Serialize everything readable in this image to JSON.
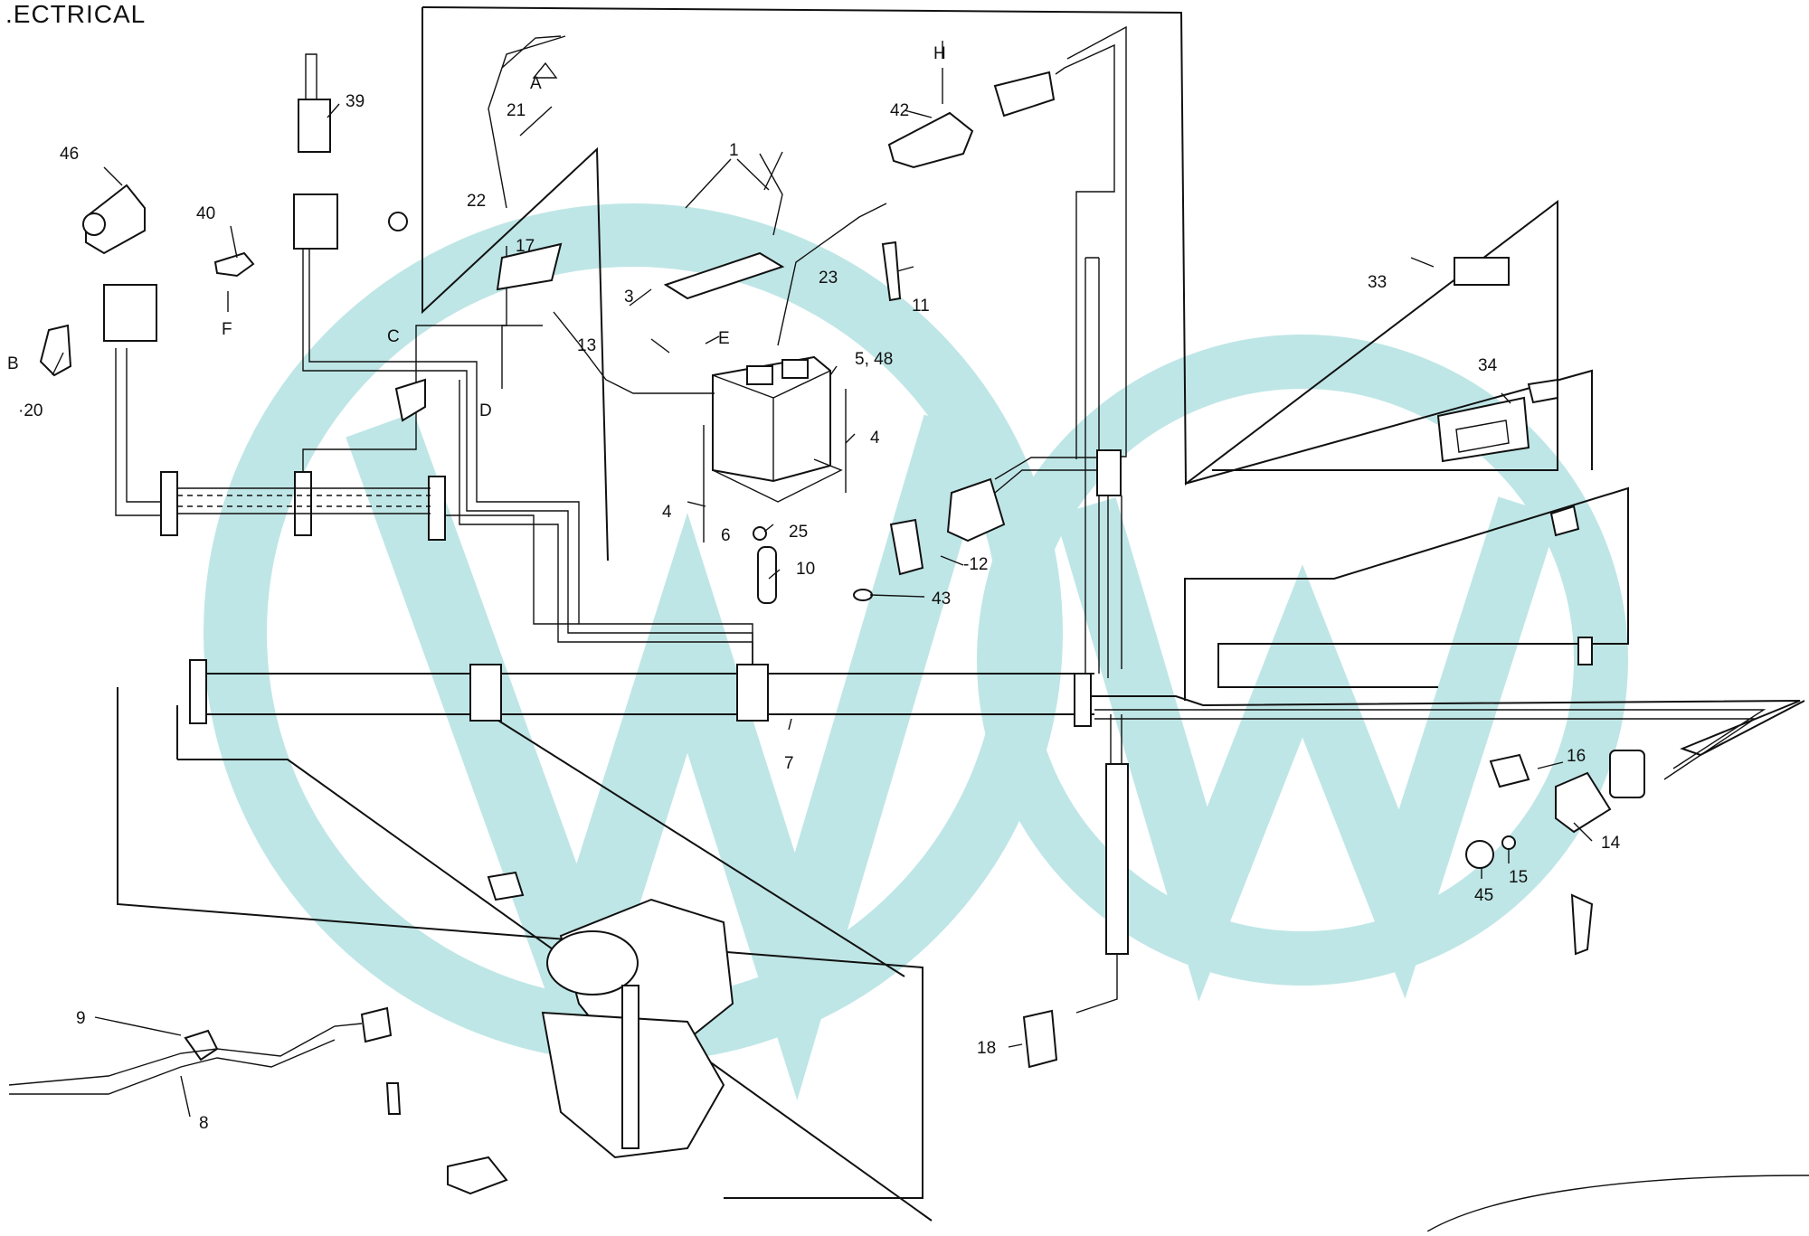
{
  "title": ".ECTRICAL",
  "callouts": {
    "c1": "1",
    "c3": "3",
    "c4a": "4",
    "c4b": "4",
    "c548": "5, 48",
    "c6": "6",
    "c7": "7",
    "c8": "8",
    "c9": "9",
    "c10": "10",
    "c11": "11",
    "c12": "-12",
    "c13": "13",
    "c14": "14",
    "c15": "15",
    "c16": "16",
    "c17": "17",
    "c18": "18",
    "c20": "·20",
    "c21": "21",
    "c22": "22",
    "c23": "23",
    "c25": "25",
    "c33": "33",
    "c34": "34",
    "c39": "39",
    "c40": "40",
    "c42": "42",
    "c43": "43",
    "c45": "45",
    "c46": "46"
  },
  "connectors": {
    "A": "A",
    "B": "B",
    "C": "C",
    "D": "D",
    "E": "E",
    "F": "F",
    "H": "H"
  },
  "colors": {
    "ink": "#111111",
    "watermark": "#bfe6e6"
  }
}
